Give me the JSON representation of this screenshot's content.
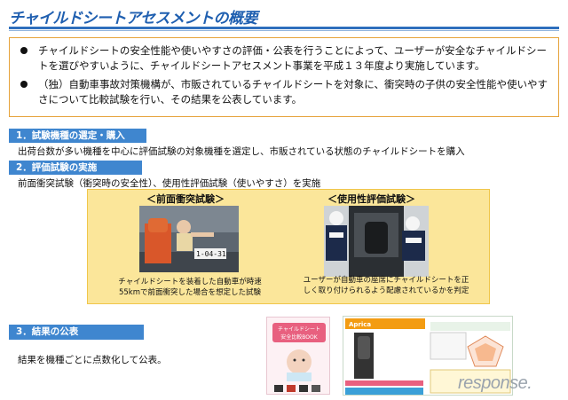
{
  "title": "チャイルドシートアセスメントの概要",
  "intro": {
    "bullets": [
      "チャイルドシートの安全性能や使いやすさの評価・公表を行うことによって、ユーザーが安全なチャイルドシートを選びやすいように、チャイルドシートアセスメント事業を平成１３年度より実施しています。",
      "（独）自動車事故対策機構が、市販されているチャイルドシートを対象に、衝突時の子供の安全性能や使いやすさについて比較試験を行い、その結果を公表しています。"
    ]
  },
  "sections": {
    "s1": {
      "label": "1．試験機種の選定・購入",
      "desc": "出荷台数が多い機種を中心に評価試験の対象機種を選定し、市販されている状態のチャイルドシートを購入"
    },
    "s2": {
      "label": "2．評価試験の実施",
      "desc": "前面衝突試験（衝突時の安全性）、使用性評価試験（使いやすさ）を実施"
    },
    "s3": {
      "label": "3．結果の公表",
      "desc": "結果を機種ごとに点数化して公表。"
    }
  },
  "tests": {
    "crash": {
      "heading": "＜前面衝突試験＞",
      "caption_line1": "チャイルドシートを装着した自動車が時速",
      "caption_line2": "55kmで前面衝突した場合を想定した試験",
      "photo_text": "1-04-31"
    },
    "usability": {
      "heading": "＜使用性評価試験＞",
      "caption_line1": "ユーザーが自動車の座席にチャイルドシートを正",
      "caption_line2": "しく取り付けられるよう配慮されているかを判定"
    }
  },
  "publications": {
    "book_title_1": "チャイルドシート",
    "book_title_2": "安全比較BOOK",
    "sheet_brand": "Aprica"
  },
  "watermark": "response."
}
